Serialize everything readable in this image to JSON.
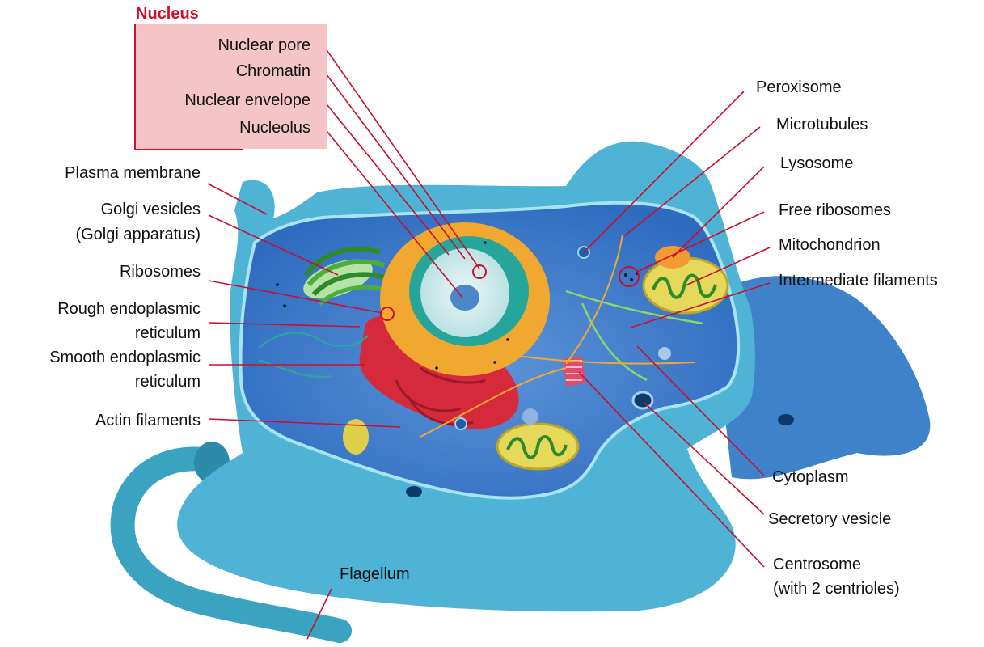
{
  "nucleus": {
    "title": "Nucleus",
    "labels": [
      "Nuclear pore",
      "Chromatin",
      "Nuclear envelope",
      "Nucleolus"
    ]
  },
  "left_labels": {
    "plasma_membrane": "Plasma membrane",
    "golgi_1": "Golgi vesicles",
    "golgi_2": "(Golgi apparatus)",
    "ribosomes": "Ribosomes",
    "rough_er_1": "Rough endoplasmic",
    "rough_er_2": "reticulum",
    "smooth_er_1": "Smooth endoplasmic",
    "smooth_er_2": "reticulum",
    "actin": "Actin filaments"
  },
  "right_labels": {
    "peroxisome": "Peroxisome",
    "microtubules": "Microtubules",
    "lysosome": "Lysosome",
    "free_ribosomes": "Free ribosomes",
    "mitochondrion": "Mitochondrion",
    "intermediate": "Intermediate filaments",
    "cytoplasm": "Cytoplasm",
    "secretory": "Secretory vesicle",
    "centrosome_1": "Centrosome",
    "centrosome_2": "(with 2 centrioles)"
  },
  "bottom_labels": {
    "flagellum": "Flagellum"
  },
  "colors": {
    "leader_line": "#c8102e",
    "cell_body": "#4fb3d6",
    "cytosol": "#3a78c8",
    "nucleus_envelope": "#f0a830",
    "nucleolus": "#4a86c8",
    "er": "#d42a3c",
    "golgi": "#4caf3c",
    "mitochondrion": "#e6d85a"
  }
}
